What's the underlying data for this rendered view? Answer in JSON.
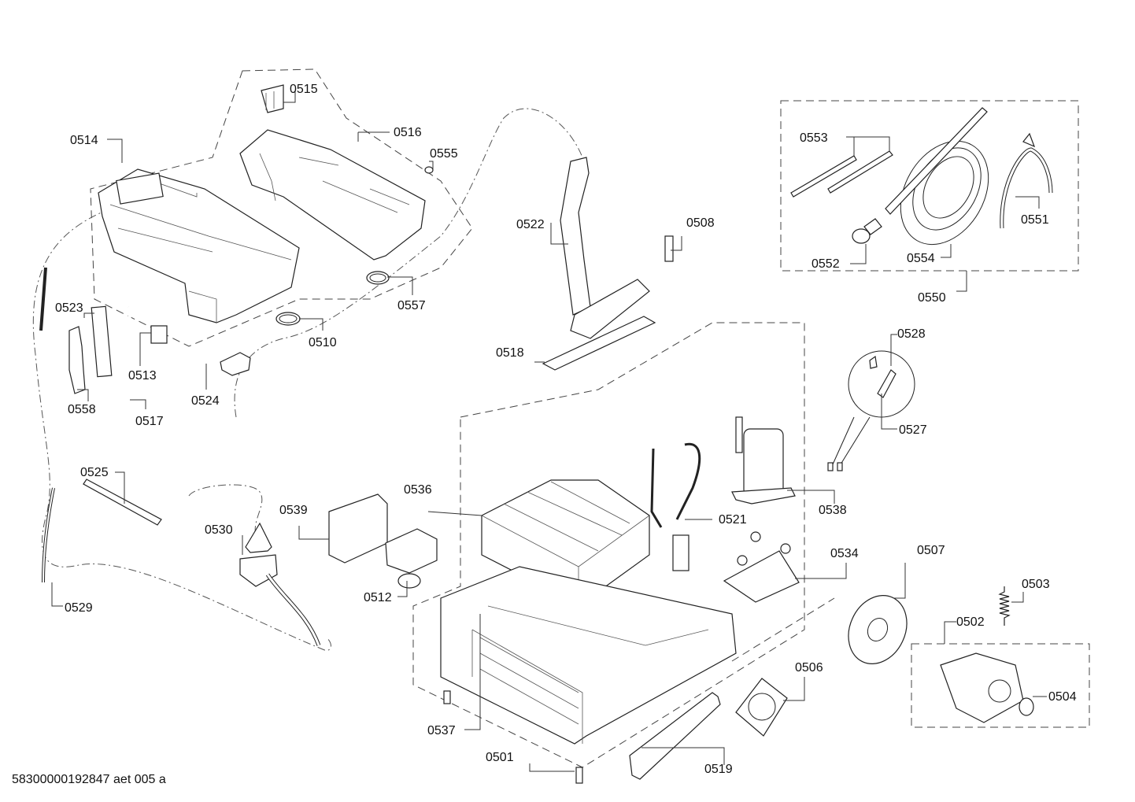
{
  "document_id": "58300000192847 aet 005 a",
  "parts": [
    {
      "id": "0501",
      "label": "0501"
    },
    {
      "id": "0502",
      "label": "0502"
    },
    {
      "id": "0503",
      "label": "0503"
    },
    {
      "id": "0504",
      "label": "0504"
    },
    {
      "id": "0506",
      "label": "0506"
    },
    {
      "id": "0507",
      "label": "0507"
    },
    {
      "id": "0508",
      "label": "0508"
    },
    {
      "id": "0510",
      "label": "0510"
    },
    {
      "id": "0512",
      "label": "0512"
    },
    {
      "id": "0513",
      "label": "0513"
    },
    {
      "id": "0514",
      "label": "0514"
    },
    {
      "id": "0515",
      "label": "0515"
    },
    {
      "id": "0516",
      "label": "0516"
    },
    {
      "id": "0517",
      "label": "0517"
    },
    {
      "id": "0518",
      "label": "0518"
    },
    {
      "id": "0519",
      "label": "0519"
    },
    {
      "id": "0521",
      "label": "0521"
    },
    {
      "id": "0522",
      "label": "0522"
    },
    {
      "id": "0523",
      "label": "0523"
    },
    {
      "id": "0524",
      "label": "0524"
    },
    {
      "id": "0525",
      "label": "0525"
    },
    {
      "id": "0527",
      "label": "0527"
    },
    {
      "id": "0528",
      "label": "0528"
    },
    {
      "id": "0529",
      "label": "0529"
    },
    {
      "id": "0530",
      "label": "0530"
    },
    {
      "id": "0534",
      "label": "0534"
    },
    {
      "id": "0536",
      "label": "0536"
    },
    {
      "id": "0537",
      "label": "0537"
    },
    {
      "id": "0538",
      "label": "0538"
    },
    {
      "id": "0539",
      "label": "0539"
    },
    {
      "id": "0550",
      "label": "0550"
    },
    {
      "id": "0551",
      "label": "0551"
    },
    {
      "id": "0552",
      "label": "0552"
    },
    {
      "id": "0553",
      "label": "0553"
    },
    {
      "id": "0554",
      "label": "0554"
    },
    {
      "id": "0555",
      "label": "0555"
    },
    {
      "id": "0557",
      "label": "0557"
    },
    {
      "id": "0558",
      "label": "0558"
    }
  ],
  "labels": {
    "p0501": "0501",
    "p0502": "0502",
    "p0503": "0503",
    "p0504": "0504",
    "p0506": "0506",
    "p0507": "0507",
    "p0508": "0508",
    "p0510": "0510",
    "p0512": "0512",
    "p0513": "0513",
    "p0514": "0514",
    "p0515": "0515",
    "p0516": "0516",
    "p0517": "0517",
    "p0518": "0518",
    "p0519": "0519",
    "p0521": "0521",
    "p0522": "0522",
    "p0523": "0523",
    "p0524": "0524",
    "p0525": "0525",
    "p0527": "0527",
    "p0528": "0528",
    "p0529": "0529",
    "p0530": "0530",
    "p0534": "0534",
    "p0536": "0536",
    "p0537": "0537",
    "p0538": "0538",
    "p0539": "0539",
    "p0550": "0550",
    "p0551": "0551",
    "p0552": "0552",
    "p0553": "0553",
    "p0554": "0554",
    "p0555": "0555",
    "p0557": "0557",
    "p0558": "0558"
  }
}
